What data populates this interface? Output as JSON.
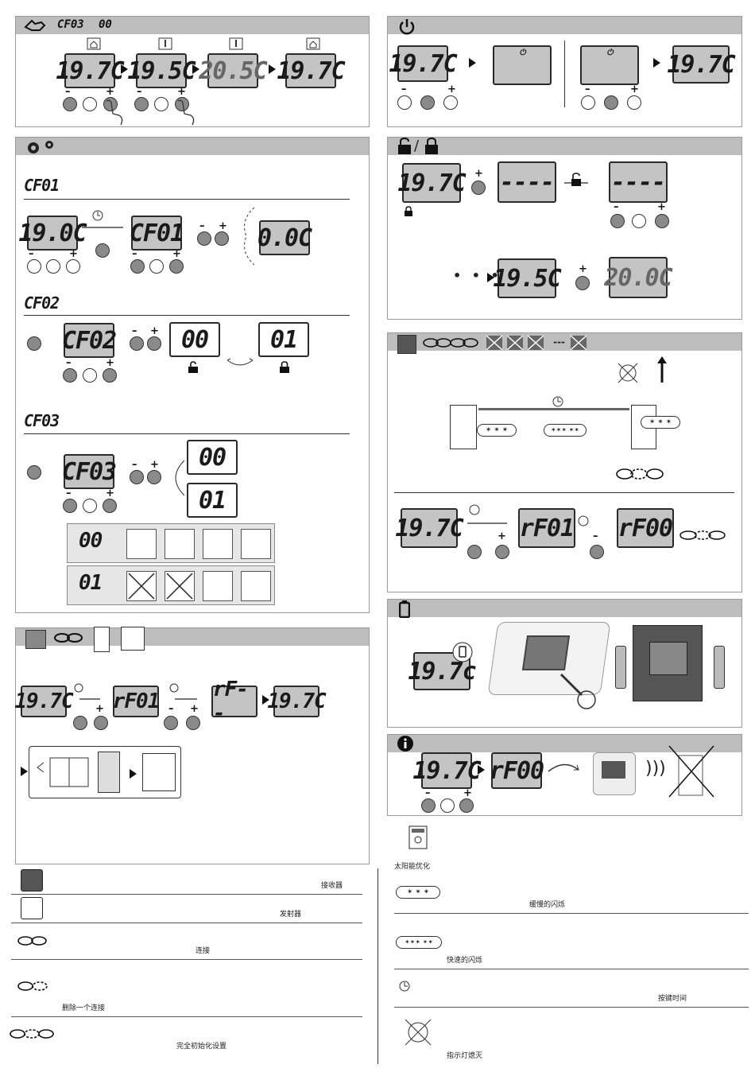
{
  "top_left": {
    "header_code": "CF03",
    "header_value": "00",
    "displays": [
      "19.7C",
      "19.5C",
      "20.5C",
      "19.7C"
    ]
  },
  "settings": {
    "cf01": {
      "title": "CF01",
      "start": "19.0C",
      "code": "CF01",
      "result": "0.0C"
    },
    "cf02": {
      "title": "CF02",
      "code": "CF02",
      "opt_a": "00",
      "opt_b": "01"
    },
    "cf03": {
      "title": "CF03",
      "code": "CF03",
      "opt_a": "00",
      "opt_b": "01",
      "row_a": "00",
      "row_b": "01"
    }
  },
  "pair_panel": {
    "displays": [
      "19.7C",
      "rF01",
      "rF--",
      "19.7C"
    ]
  },
  "power_panel": {
    "displays": [
      "19.7C",
      "19.7C"
    ]
  },
  "lock_panel": {
    "displays": [
      "19.7C",
      "----",
      "----",
      "19.5C",
      "20.0C"
    ]
  },
  "link_panel": {
    "dash": "---",
    "displays": [
      "19.7C",
      "rF01",
      "rF00"
    ]
  },
  "battery_panel": {
    "display": "19.7c"
  },
  "info_panel": {
    "displays": [
      "19.7C",
      "rF00"
    ]
  },
  "legend_left": {
    "receiver": "接收器",
    "transmitter": "发射器",
    "link": "连接",
    "delete_link": "删除一个连接",
    "factory_reset": "完全初始化设置"
  },
  "legend_right": {
    "solar": "太阳能优化",
    "slow_blink": "缓慢的闪烁",
    "fast_blink": "快速的闪烁",
    "press_time": "按键时间",
    "led_off": "指示灯熄灭"
  },
  "colors": {
    "header": "#bdbdbd",
    "lcd": "#c4c4c4",
    "button_pressed": "#8a8a8a"
  },
  "icons": [
    "hand-icon",
    "gear-icon",
    "power-icon",
    "unlock-icon",
    "lock-icon",
    "chain-link-icon",
    "battery-icon",
    "info-icon",
    "clock-icon",
    "solar-icon",
    "receiver-icon",
    "transmitter-icon"
  ]
}
